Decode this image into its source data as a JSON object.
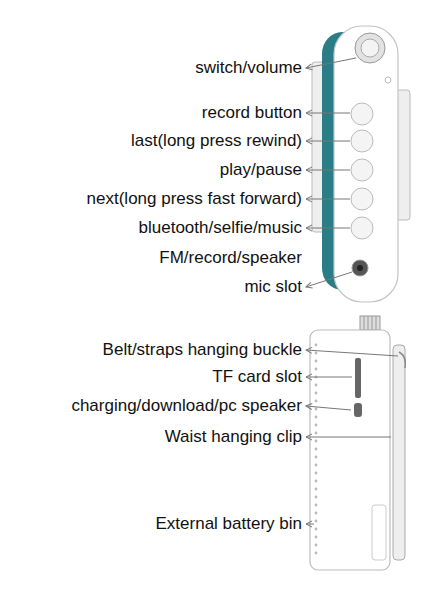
{
  "diagram": {
    "labels": [
      "switch/volume",
      "record button",
      "last(long press rewind)",
      "play/pause",
      "next(long press fast forward)",
      "bluetooth/selfie/music",
      "FM/record/speaker",
      "mic slot",
      "Belt/straps hanging buckle",
      "TF card slot",
      "charging/download/pc speaker",
      "Waist hanging clip",
      "External battery bin"
    ]
  }
}
